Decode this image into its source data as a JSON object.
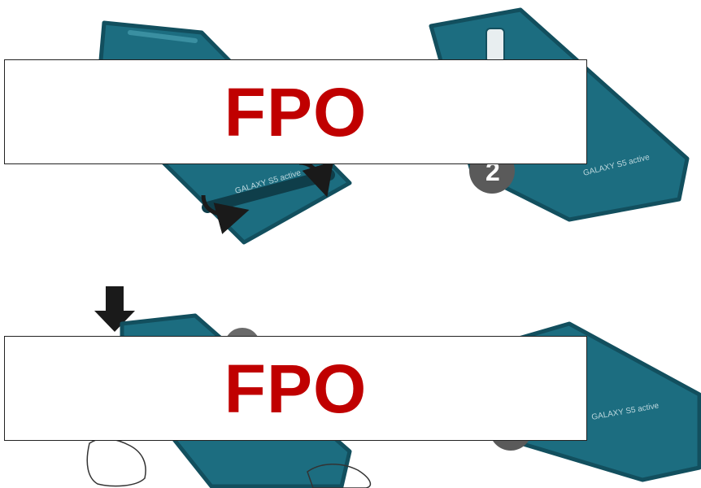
{
  "placeholders": [
    {
      "label": "FPO"
    },
    {
      "label": "FPO"
    }
  ],
  "phone_brand_text": "GALAXY S5 active",
  "step_number": "2",
  "colors": {
    "phone_body": "#1c6d80",
    "phone_edge": "#124f5e",
    "phone_highlight": "#3a8fa1",
    "arrow": "#1a1a1a",
    "placeholder_text": "#c00000",
    "step_badge": "#5a5a5a"
  },
  "icons": [
    "down-arrow-icon",
    "curved-arrow-icon",
    "hand-outline-icon",
    "step-badge-icon"
  ]
}
